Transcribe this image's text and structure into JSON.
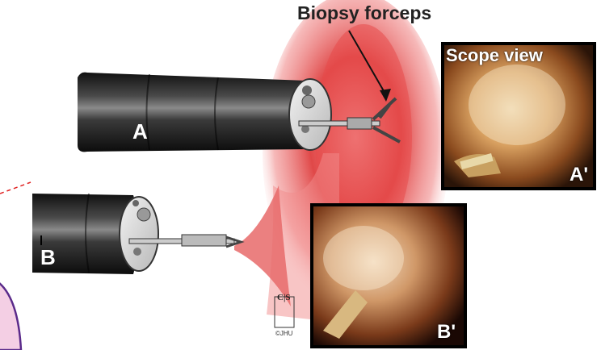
{
  "labels": {
    "title": "Biopsy forceps",
    "scope_view": "Scope view",
    "scope_a": "A",
    "scope_b": "B",
    "view_a": "A'",
    "view_b": "B'",
    "cs_mark": "C|S",
    "credit": "©JHU"
  },
  "colors": {
    "tissue": "#e23a3a",
    "scope_body": "#2a2a2a",
    "dashed_line": "#e02020",
    "callout_fill": "#f4cfe4"
  }
}
